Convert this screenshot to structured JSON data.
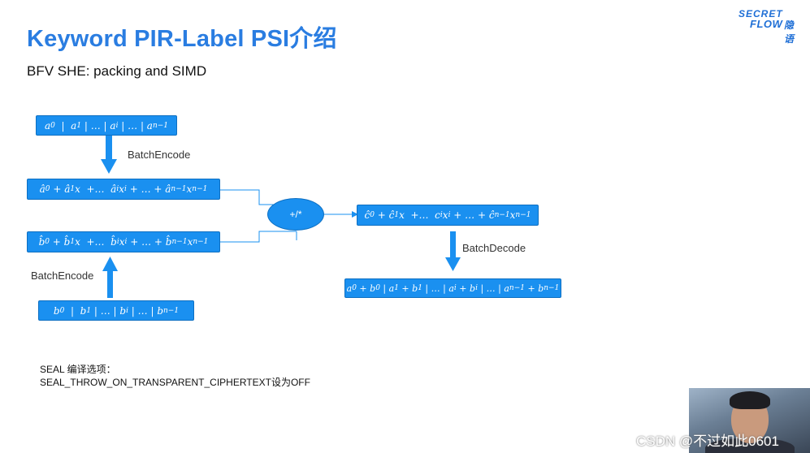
{
  "title": "Keyword PIR-Label PSI介绍",
  "subtitle": "BFV SHE: packing and SIMD",
  "logo": {
    "line1": "SECRET",
    "line2": "FLOW",
    "line3": "隐语"
  },
  "labels": {
    "batch_encode_top": "BatchEncode",
    "batch_encode_bottom": "BatchEncode",
    "batch_decode": "BatchDecode",
    "operator": "+/*"
  },
  "note": {
    "line1": "SEAL 编译选项：",
    "line2": "SEAL_THROW_ON_TRANSPARENT_CIPHERTEXT设为OFF"
  },
  "watermark": "CSDN @不过如此0601",
  "colors": {
    "accent": "#2a7de1",
    "box": "#1a90f0",
    "line": "#1a90f0"
  }
}
